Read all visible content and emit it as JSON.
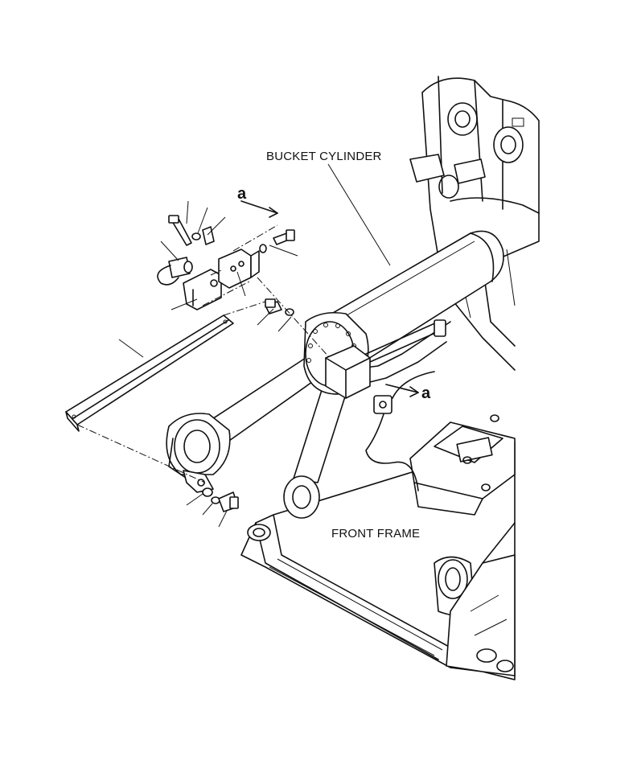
{
  "labels": {
    "bucket_cylinder": "BUCKET CYLINDER",
    "front_frame": "FRONT FRAME",
    "ref_a_top": "a",
    "ref_a_right": "a"
  },
  "colors": {
    "line": "#111111",
    "background": "#ffffff"
  }
}
